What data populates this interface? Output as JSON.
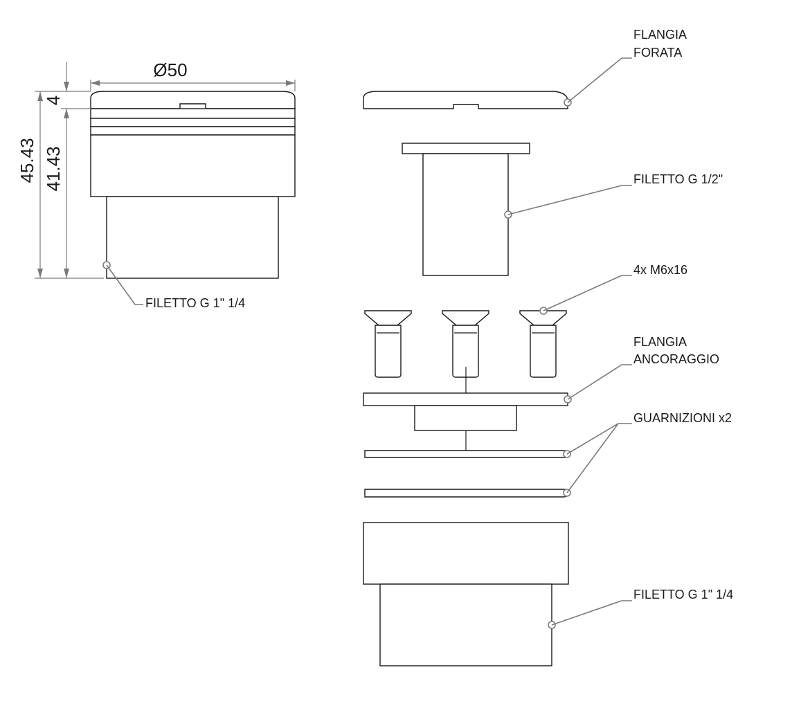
{
  "dimensions": {
    "diameter": "Ø50",
    "top_height": "4",
    "body_height": "41.43",
    "total_height": "45.43"
  },
  "labels": {
    "side_view_thread": "FILETTO G 1\" 1/4",
    "flangia_forata": [
      "FLANGIA",
      "FORATA"
    ],
    "filetto_half": "FILETTO G 1/2\"",
    "screws": "4x M6x16",
    "flangia_ancoraggio": [
      "FLANGIA",
      "ANCORAGGIO"
    ],
    "guarnizioni": "GUARNIZIONI x2",
    "filetto_bottom": "FILETTO G 1\" 1/4"
  }
}
